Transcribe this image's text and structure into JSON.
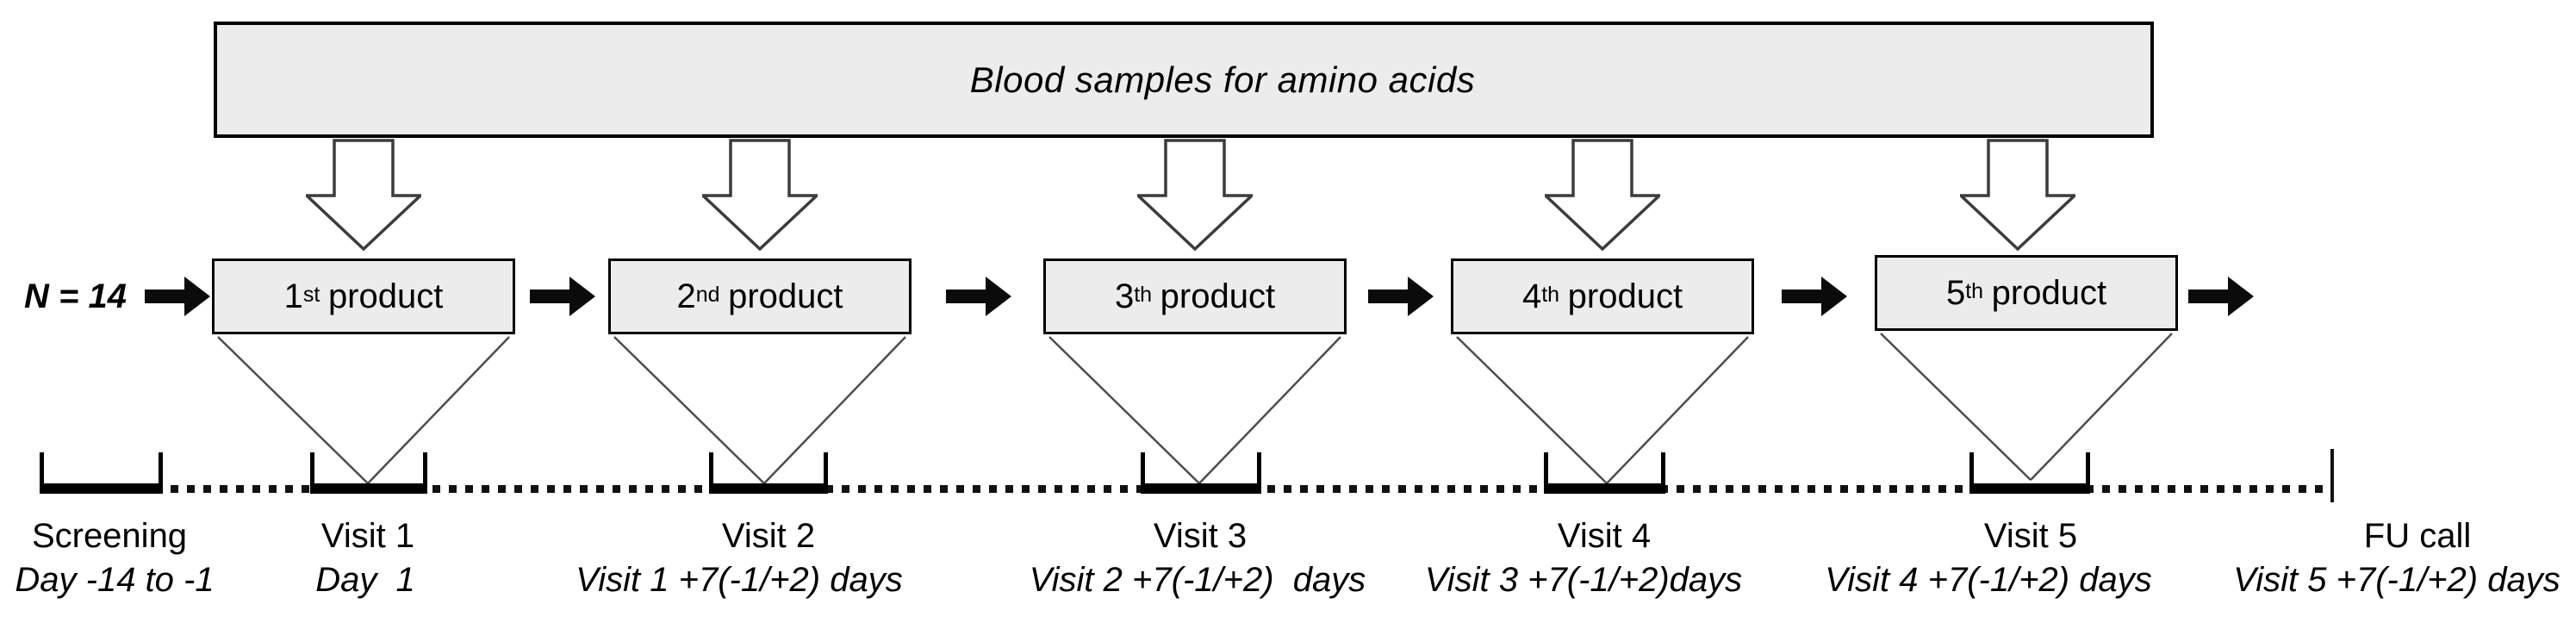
{
  "banner": {
    "label": "Blood samples for amino acids"
  },
  "n_label": "N = 14",
  "products": [
    {
      "number": "1",
      "ordinal": "st",
      "word": "product"
    },
    {
      "number": "2",
      "ordinal": "nd",
      "word": "product"
    },
    {
      "number": "3",
      "ordinal": "th",
      "word": "product"
    },
    {
      "number": "4",
      "ordinal": "th",
      "word": "product"
    },
    {
      "number": "5",
      "ordinal": "th",
      "word": "product"
    }
  ],
  "timeline": [
    {
      "name": "Screening",
      "detail": "Day -14 to -1"
    },
    {
      "name": "Visit 1",
      "detail": "Day  1"
    },
    {
      "name": "Visit 2",
      "detail": "Visit 1 +7(-1/+2) days"
    },
    {
      "name": "Visit 3",
      "detail": "Visit 2 +7(-1/+2)  days"
    },
    {
      "name": "Visit 4",
      "detail": "Visit 3 +7(-1/+2)days"
    },
    {
      "name": "Visit 5",
      "detail": "Visit 4 +7(-1/+2) days"
    },
    {
      "name": "FU call",
      "detail": "Visit 5 +7(-1/+2) days"
    }
  ],
  "colors": {
    "box_fill": "#ececec",
    "box_border": "#000000",
    "arrow_fill": "#0b0b0b",
    "funnel_line": "#4d4d4d",
    "text": "#000000"
  }
}
